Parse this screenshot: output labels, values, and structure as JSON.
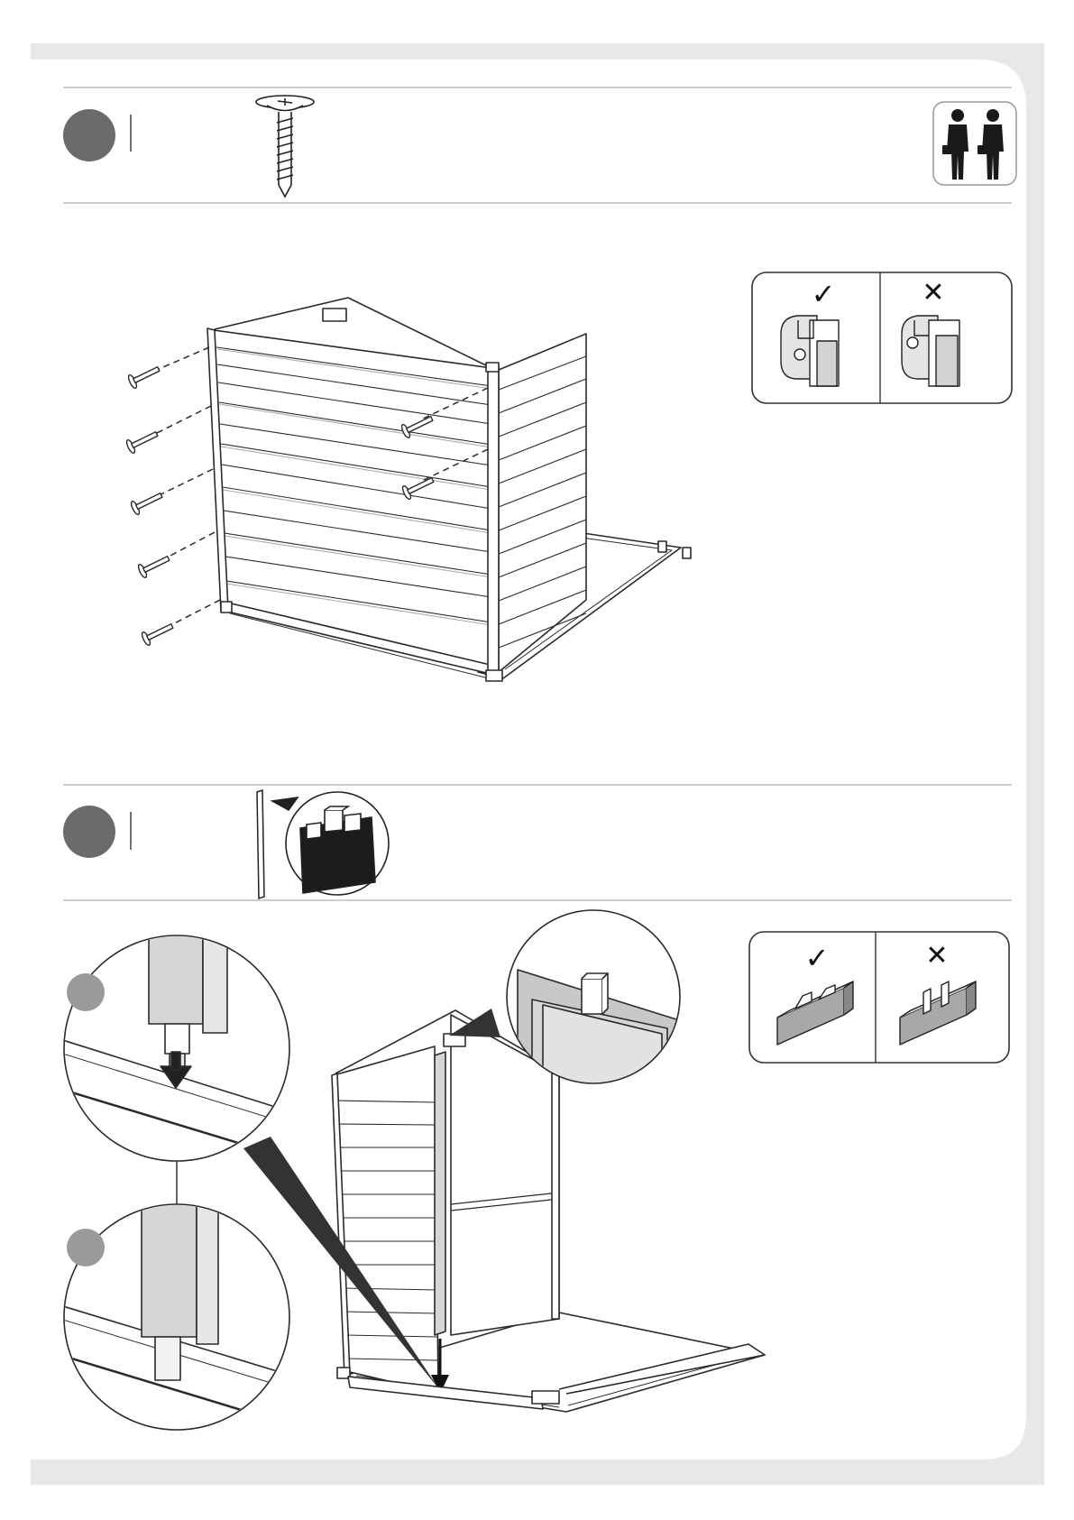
{
  "page": {
    "background_color": "#e8e8ea",
    "paper_color": "#ffffff",
    "line_color": "#2a2a2a",
    "step_bullet_color": "#6b6b6e",
    "sub_bullet_color": "#9a9a9c",
    "panel_fill_color": "#d6d6d8"
  },
  "steps": [
    {
      "header_parts": [
        "screw-icon",
        "two-person-icon"
      ],
      "main_illustration": "back-wall-screwing",
      "inset": {
        "correct_mark": "✓",
        "wrong_mark": "✕",
        "subject": "corner-connector"
      }
    },
    {
      "header_parts": [
        "vertical-profile-icon",
        "profile-detail-icon"
      ],
      "main_illustration": "front-profile-insertion",
      "inset": {
        "correct_mark": "✓",
        "wrong_mark": "✕",
        "subject": "profile-orientation"
      },
      "details": [
        "slide-profile-into-rail",
        "profile-seated"
      ]
    }
  ]
}
